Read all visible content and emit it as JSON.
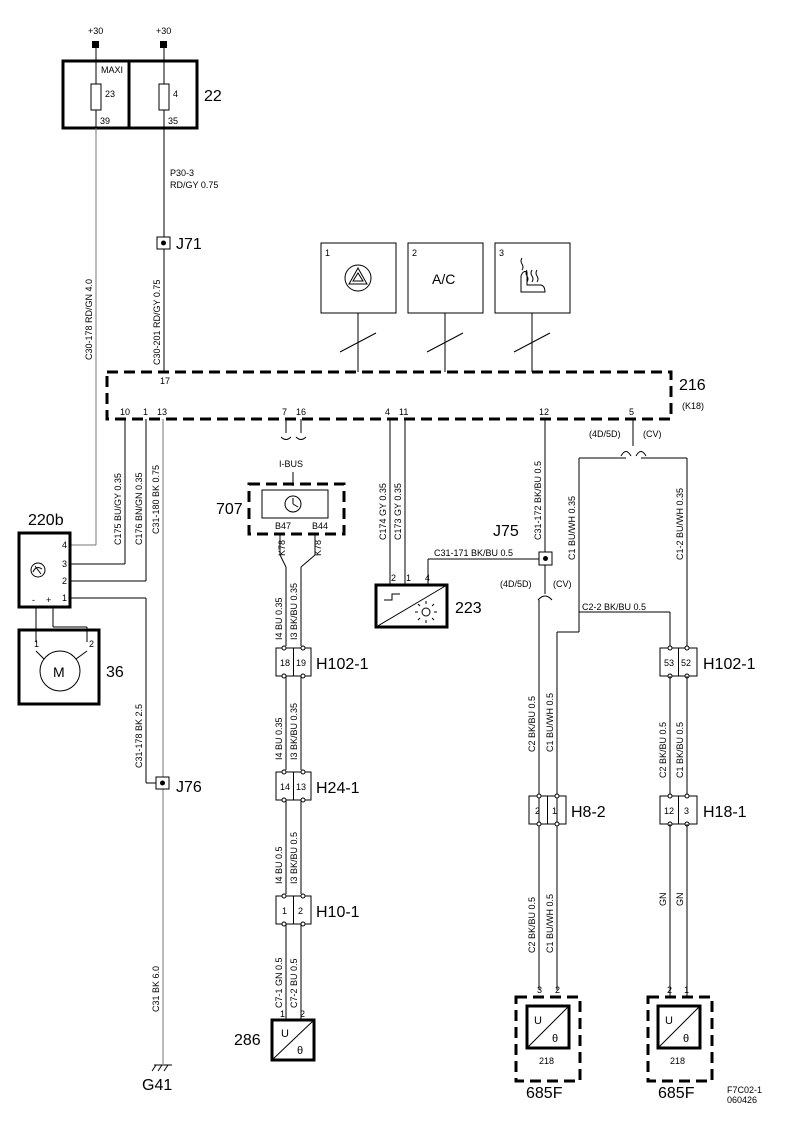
{
  "power": {
    "left": "+30",
    "right": "+30"
  },
  "fuse_box": {
    "ref": "22",
    "maxi_label": "MAXI",
    "fuse_left": "23",
    "fuse_right": "4",
    "pin_left": "39",
    "pin_right": "35"
  },
  "wires": {
    "p30_3": "P30-3",
    "p30_3_spec": "RD/GY  0.75",
    "c30_178": "C30-178  RD/GN  4.0",
    "c30_201": "C30-201 RD/GY  0.75",
    "c175": "C175  BU/GY  0.35",
    "c176": "C176  BN/GN  0.35",
    "c31_180": "C31-180  BK  0.75",
    "c31_178": "C31-178  BK  2.5",
    "c31": "C31  BK  6.0",
    "c174": "C174  GY  0.35",
    "c173": "C173  GY  0.35",
    "c31_172": "C31-172  BK/BU  0.5",
    "c31_171": "C31-171  BK/BU  0.5",
    "c1_buwh_035": "C1  BU/WH  0.35",
    "c1_2_buwh": "C1-2  BU/WH  0.35",
    "c2_2_bkbu": "C2-2  BK/BU  0.5",
    "i14_bu_035": "I4  BU  0.35",
    "i13_bkbu_035": "I3  BK/BU  0.35",
    "i14_bu_035b": "I4  BU  0.35",
    "i13_bkbu_035b": "I3  BK/BU  0.35",
    "i14_bu_05": "I4  BU  0.5",
    "i13_bkbu_05": "I3  BK/BU  0.5",
    "c7_1_gn": "C7-1  GN  0.5",
    "c7_2_bu": "C7-2  BU  0.5",
    "c2_bkbu_a": "C2  BK/BU  0.5",
    "c2_bkbu_b": "C2  BK/BU  0.5",
    "c1_buwh_a": "C1  BU/WH  0.5",
    "c2_bkbu_r": "C2  BK/BU  0.5",
    "c1_bkbu_r": "C1  BK/BU  0.5",
    "gn_a": "GN",
    "gn_b": "GN",
    "k78_a": "K78",
    "k78_b": "K78"
  },
  "junctions": {
    "j71": "J71",
    "j75": "J75",
    "j76": "J76"
  },
  "panels": [
    {
      "num": "1",
      "label": ""
    },
    {
      "num": "2",
      "label": "A/C"
    },
    {
      "num": "3",
      "label": ""
    }
  ],
  "module_216": {
    "ref": "216",
    "sub": "(K18)",
    "top_pin": "17",
    "pins": {
      "p10": "10",
      "p1": "1",
      "p13": "13",
      "p7": "7",
      "p16": "16",
      "p4": "4",
      "p11": "11",
      "p12": "12",
      "p5": "5"
    }
  },
  "variant": {
    "a": "(4D/5D)",
    "b": "(CV)",
    "c": "(4D/5D)",
    "d": "(CV)"
  },
  "ibus": "I-BUS",
  "component_707": {
    "ref": "707",
    "pin_a": "B47",
    "pin_b": "B44"
  },
  "component_220b": {
    "ref": "220b",
    "pins": [
      "4",
      "3",
      "2",
      "1"
    ],
    "minus": "-",
    "plus": "+"
  },
  "motor_36": {
    "ref": "36",
    "symbol": "M",
    "pin1": "1",
    "pin2": "2"
  },
  "component_223": {
    "ref": "223",
    "pins": [
      "2",
      "1",
      "4"
    ]
  },
  "connectors": {
    "h102_1_left": {
      "ref": "H102-1",
      "pins": [
        "18",
        "19"
      ]
    },
    "h24_1": {
      "ref": "H24-1",
      "pins": [
        "14",
        "13"
      ]
    },
    "h10_1": {
      "ref": "H10-1",
      "pins": [
        "1",
        "2"
      ]
    },
    "h102_1_right": {
      "ref": "H102-1",
      "pins": [
        "53",
        "52"
      ]
    },
    "h8_2": {
      "ref": "H8-2",
      "pins": [
        "2",
        "1"
      ]
    },
    "h18_1": {
      "ref": "H18-1",
      "pins": [
        "12",
        "3"
      ]
    }
  },
  "sensor_286": {
    "ref": "286",
    "u": "U",
    "theta": "θ",
    "pin1": "1",
    "pin2": "2"
  },
  "sensor_685f_a": {
    "ref": "685F",
    "sub": "218",
    "u": "U",
    "theta": "θ",
    "pin_a": "3",
    "pin_b": "2"
  },
  "sensor_685f_b": {
    "ref": "685F",
    "sub": "218",
    "u": "U",
    "theta": "θ",
    "pin_a": "2",
    "pin_b": "1"
  },
  "ground": {
    "ref": "G41"
  },
  "figure_code": {
    "line1": "F7C02-1",
    "line2": "060426"
  }
}
